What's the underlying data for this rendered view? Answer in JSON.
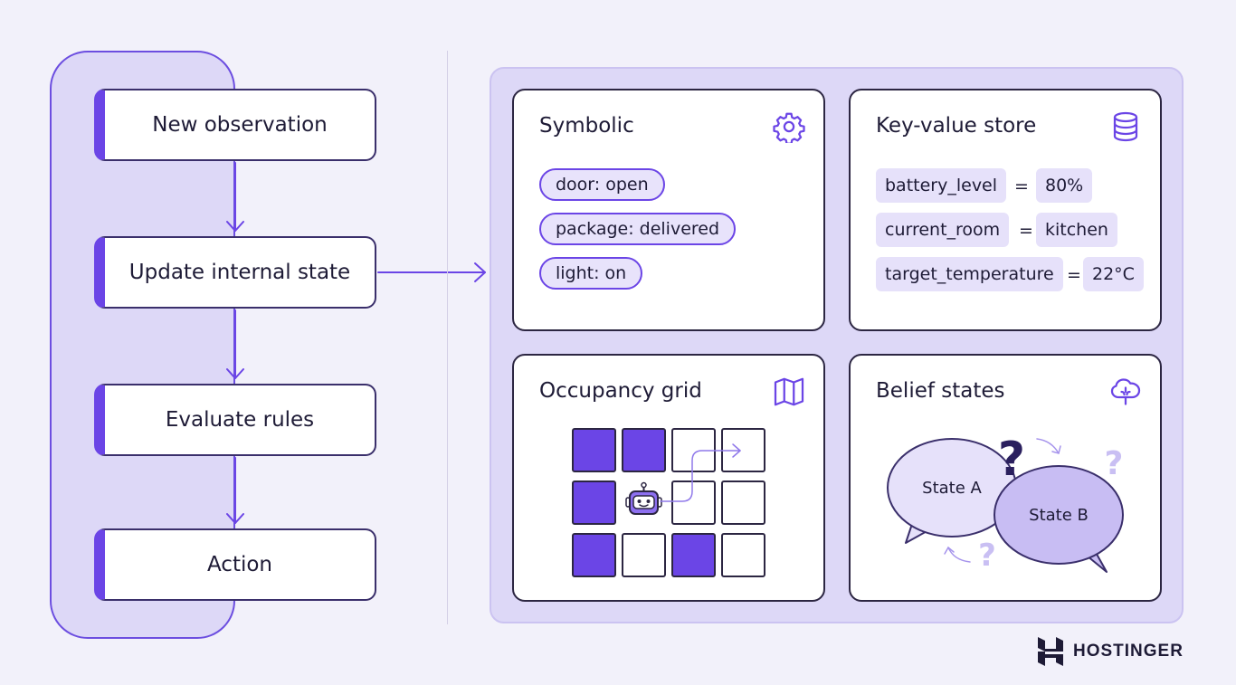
{
  "flow": {
    "steps": [
      {
        "label": "New observation"
      },
      {
        "label": "Update internal state"
      },
      {
        "label": "Evaluate rules"
      },
      {
        "label": "Action"
      }
    ]
  },
  "panels": {
    "symbolic": {
      "title": "Symbolic",
      "icon": "gear-icon",
      "facts": [
        "door: open",
        "package: delivered",
        "light: on"
      ]
    },
    "kv_store": {
      "title": "Key-value store",
      "icon": "database-icon",
      "separator": "=",
      "entries": [
        {
          "key": "battery_level",
          "value": "80%"
        },
        {
          "key": "current_room",
          "value": "kitchen"
        },
        {
          "key": "target_temperature",
          "value": "22°C"
        }
      ]
    },
    "occupancy": {
      "title": "Occupancy grid",
      "icon": "map-icon",
      "grid": [
        [
          "filled",
          "filled",
          "empty",
          "empty"
        ],
        [
          "filled",
          "robot",
          "empty",
          "empty"
        ],
        [
          "filled",
          "empty",
          "filled",
          "empty"
        ]
      ]
    },
    "belief": {
      "title": "Belief states",
      "icon": "brain-icon",
      "state_a": "State A",
      "state_b": "State B"
    }
  },
  "brand": {
    "name": "HOSTINGER"
  },
  "colors": {
    "accent": "#6b45e6",
    "panel_bg": "#ddd8f7",
    "ink": "#1e1b36"
  }
}
